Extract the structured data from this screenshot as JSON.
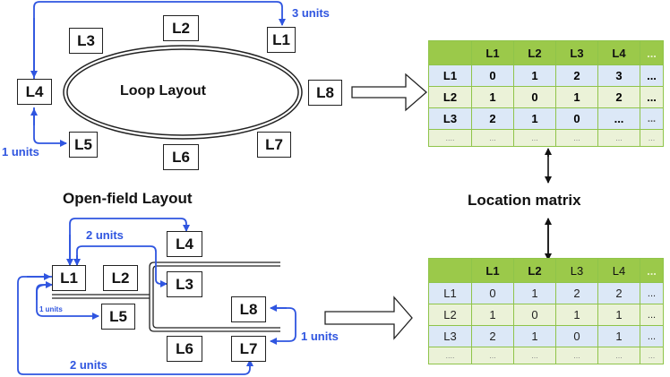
{
  "loop_layout": {
    "title": "Loop Layout",
    "locations": [
      "L1",
      "L2",
      "L3",
      "L4",
      "L5",
      "L6",
      "L7",
      "L8"
    ],
    "annotations": [
      "3 units",
      "1 units"
    ]
  },
  "open_field_layout": {
    "title": "Open-field Layout",
    "locations": [
      "L1",
      "L2",
      "L3",
      "L4",
      "L5",
      "L6",
      "L7",
      "L8"
    ],
    "annotations": [
      "2 units",
      "1 units",
      "1 units",
      "2 units"
    ]
  },
  "location_matrix_label": "Location matrix",
  "top_matrix": {
    "headers": [
      "",
      "L1",
      "L2",
      "L3",
      "L4",
      "..."
    ],
    "rows": [
      [
        "L1",
        "0",
        "1",
        "2",
        "3",
        "..."
      ],
      [
        "L2",
        "1",
        "0",
        "1",
        "2",
        "..."
      ],
      [
        "L3",
        "2",
        "1",
        "0",
        "...",
        "..."
      ],
      [
        "....",
        "...",
        "...",
        "...",
        "...",
        "..."
      ]
    ]
  },
  "bottom_matrix": {
    "headers": [
      "",
      "L1",
      "L2",
      "L3",
      "L4",
      "..."
    ],
    "rows": [
      [
        "L1",
        "0",
        "1",
        "2",
        "2",
        "..."
      ],
      [
        "L2",
        "1",
        "0",
        "1",
        "1",
        "..."
      ],
      [
        "L3",
        "2",
        "1",
        "0",
        "1",
        "..."
      ],
      [
        "....",
        "...",
        "...",
        "...",
        "...",
        "..."
      ]
    ]
  },
  "colors": {
    "connector_blue": "#2f55e0",
    "header_green": "#9bc94a",
    "row_blue": "#dce8f7",
    "row_green": "#ebf2d8"
  }
}
